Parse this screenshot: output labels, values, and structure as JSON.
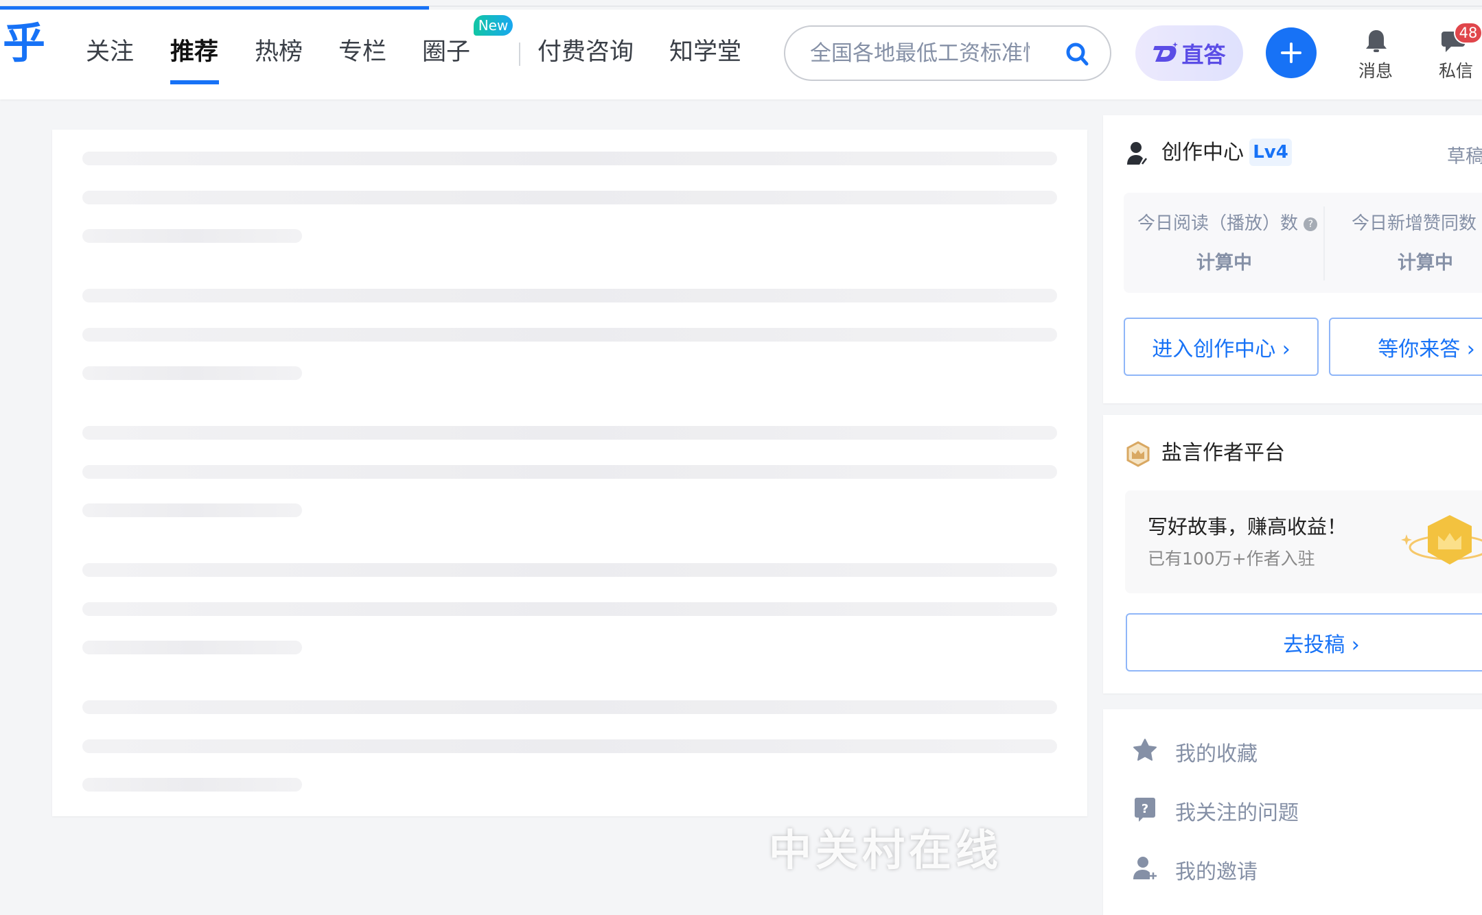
{
  "header": {
    "logo": "乎",
    "nav": [
      {
        "label": "关注"
      },
      {
        "label": "推荐",
        "active": true
      },
      {
        "label": "热榜"
      },
      {
        "label": "专栏"
      },
      {
        "label": "圈子",
        "badge": "New"
      },
      {
        "label": "付费咨询"
      },
      {
        "label": "知学堂"
      }
    ],
    "search_placeholder": "全国各地最低工资标准性",
    "zhida_label": "直答",
    "messages_label": "消息",
    "dm_label": "私信",
    "dm_badge": "48"
  },
  "creator": {
    "title": "创作中心",
    "level": "Lv4",
    "drafts": "草稿",
    "stats": [
      {
        "label": "今日阅读（播放）数",
        "value": "计算中"
      },
      {
        "label": "今日新增赞同数",
        "value": "计算中"
      }
    ],
    "buttons": [
      "进入创作中心 ›",
      "等你来答 ›"
    ]
  },
  "yanyan": {
    "title": "盐言作者平台",
    "headline": "写好故事，赚高收益！",
    "sub": "已有100万+作者入驻",
    "button": "去投稿 ›"
  },
  "menu": [
    {
      "label": "我的收藏",
      "icon": "star-icon"
    },
    {
      "label": "我关注的问题",
      "icon": "question-icon"
    },
    {
      "label": "我的邀请",
      "icon": "invite-icon"
    }
  ],
  "watermark": "中关村在线",
  "colors": {
    "brand": "#1772f6",
    "badge": "#e0464b",
    "zhida": "#5b4de6"
  }
}
